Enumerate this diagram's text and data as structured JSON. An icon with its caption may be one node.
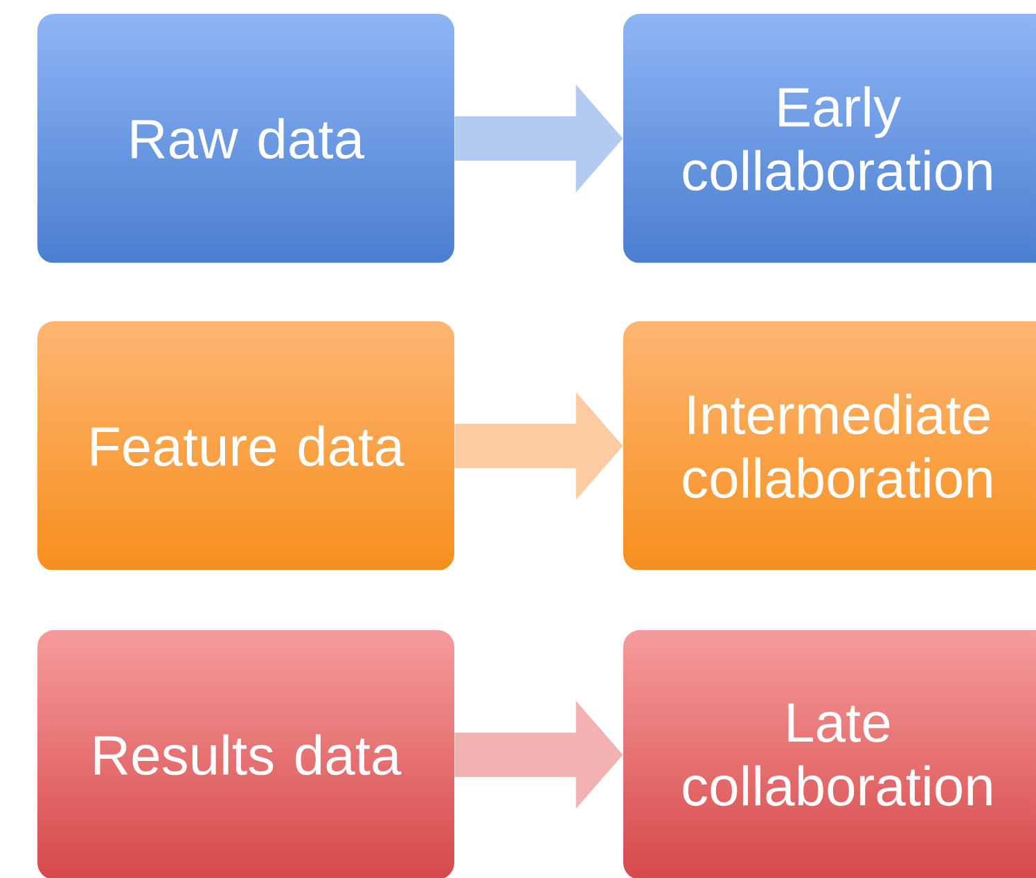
{
  "diagram": {
    "nodes": [
      {
        "text": [
          "Raw data"
        ]
      },
      {
        "text": [
          "Early collaboration"
        ]
      },
      {
        "text": [
          "Feature data"
        ]
      },
      {
        "text": [
          "Intermediate collaboration"
        ]
      },
      {
        "text": [
          "Results data"
        ]
      },
      {
        "text": [
          "Late collaboration"
        ]
      }
    ],
    "edges": [
      {
        "from": 0,
        "to": 1,
        "arrow": "to"
      },
      {
        "from": 2,
        "to": 3,
        "arrow": "to"
      },
      {
        "from": 4,
        "to": 5,
        "arrow": "to"
      }
    ]
  }
}
